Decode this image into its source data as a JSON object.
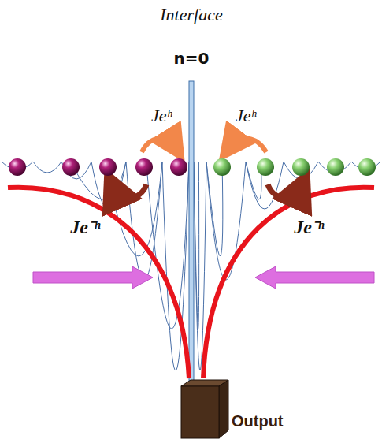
{
  "diagram": {
    "nodes": [
      {
        "text": [
          "Output"
        ]
      }
    ],
    "labels": [
      "Interface",
      "n=0",
      "Jeʰ",
      "Jeʰ",
      "Je⁻ʰ",
      "Je⁻ʰ"
    ]
  }
}
